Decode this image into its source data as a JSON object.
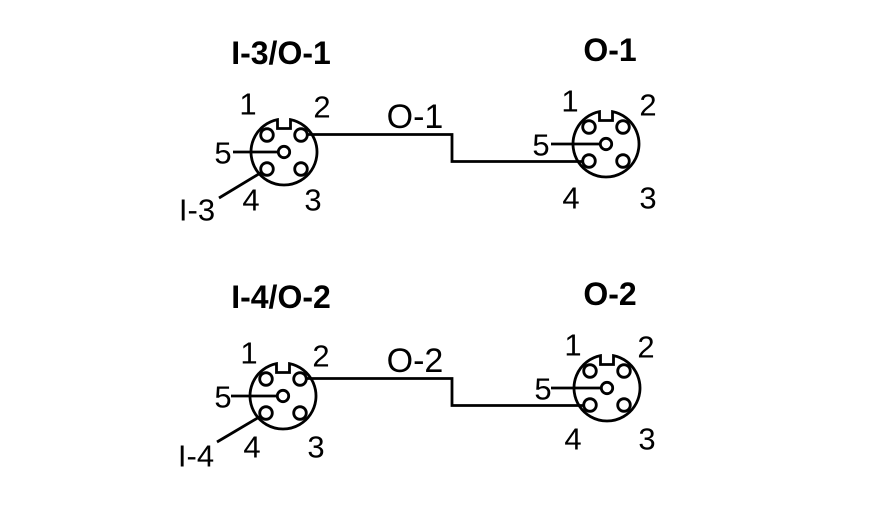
{
  "colors": {
    "background": "#ffffff",
    "line": "#000000",
    "text": "#000000"
  },
  "connectors": [
    {
      "name": "top-left",
      "title": "I-3/O-1",
      "pins": [
        "1",
        "2",
        "3",
        "4",
        "5"
      ]
    },
    {
      "name": "top-right",
      "title": "O-1",
      "pins": [
        "1",
        "2",
        "3",
        "4",
        "5"
      ]
    },
    {
      "name": "bottom-left",
      "title": "I-4/O-2",
      "pins": [
        "1",
        "2",
        "3",
        "4",
        "5"
      ]
    },
    {
      "name": "bottom-right",
      "title": "O-2",
      "pins": [
        "1",
        "2",
        "3",
        "4",
        "5"
      ]
    }
  ],
  "wires": [
    {
      "label": "O-1"
    },
    {
      "label": "O-2"
    }
  ],
  "input_leads": [
    {
      "label": "I-3"
    },
    {
      "label": "I-4"
    }
  ]
}
